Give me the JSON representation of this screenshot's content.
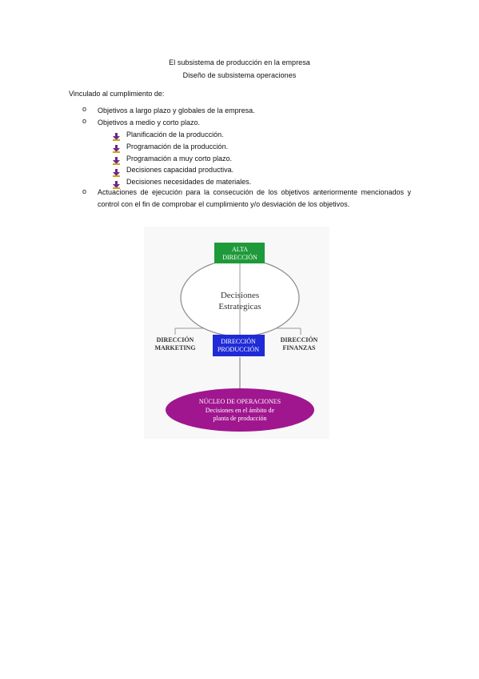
{
  "header": {
    "title": "El subsistema de producción en la empresa",
    "subtitle": "Diseño de subsistema operaciones"
  },
  "intro": "Vinculado al cumplimiento de:",
  "bullets": {
    "b1": "Objetivos a largo plazo y globales de la empresa.",
    "b2": "Objetivos a medio y corto plazo.",
    "b2_items": [
      "Planificación de la producción.",
      "Programación de la producción.",
      "Programación a muy corto plazo.",
      "Decisiones capacidad productiva.",
      "Decisiones necesidades de materiales."
    ],
    "b3": "Actuaciones de ejecución para la consecución de los objetivos anteriormente mencionados y control con el fin de comprobar el cumplimiento y/o desviación de los objetivos."
  },
  "bullet_marker": "o",
  "diagram": {
    "alta_line1": "ALTA",
    "alta_line2": "DIRECCIÓN",
    "decisiones_line1": "Decisiones",
    "decisiones_line2": "Estrategicas",
    "marketing_line1": "DIRECCIÓN",
    "marketing_line2": "MARKETING",
    "produccion_line1": "DIRECCIÓN",
    "produccion_line2": "PRODUCCIÓN",
    "finanzas_line1": "DIRECCIÓN",
    "finanzas_line2": "FINANZAS",
    "nucleo_line1": "NÚCLEO DE OPERACIONES",
    "nucleo_line2": "Decisiones en el ámbito de",
    "nucleo_line3": "planta de producción",
    "colors": {
      "alta": "#1e9a3a",
      "produccion": "#1f2bd6",
      "nucleo": "#a0168f",
      "ellipse_stroke": "#8a8a8a",
      "connector": "#9a9a9a"
    }
  }
}
